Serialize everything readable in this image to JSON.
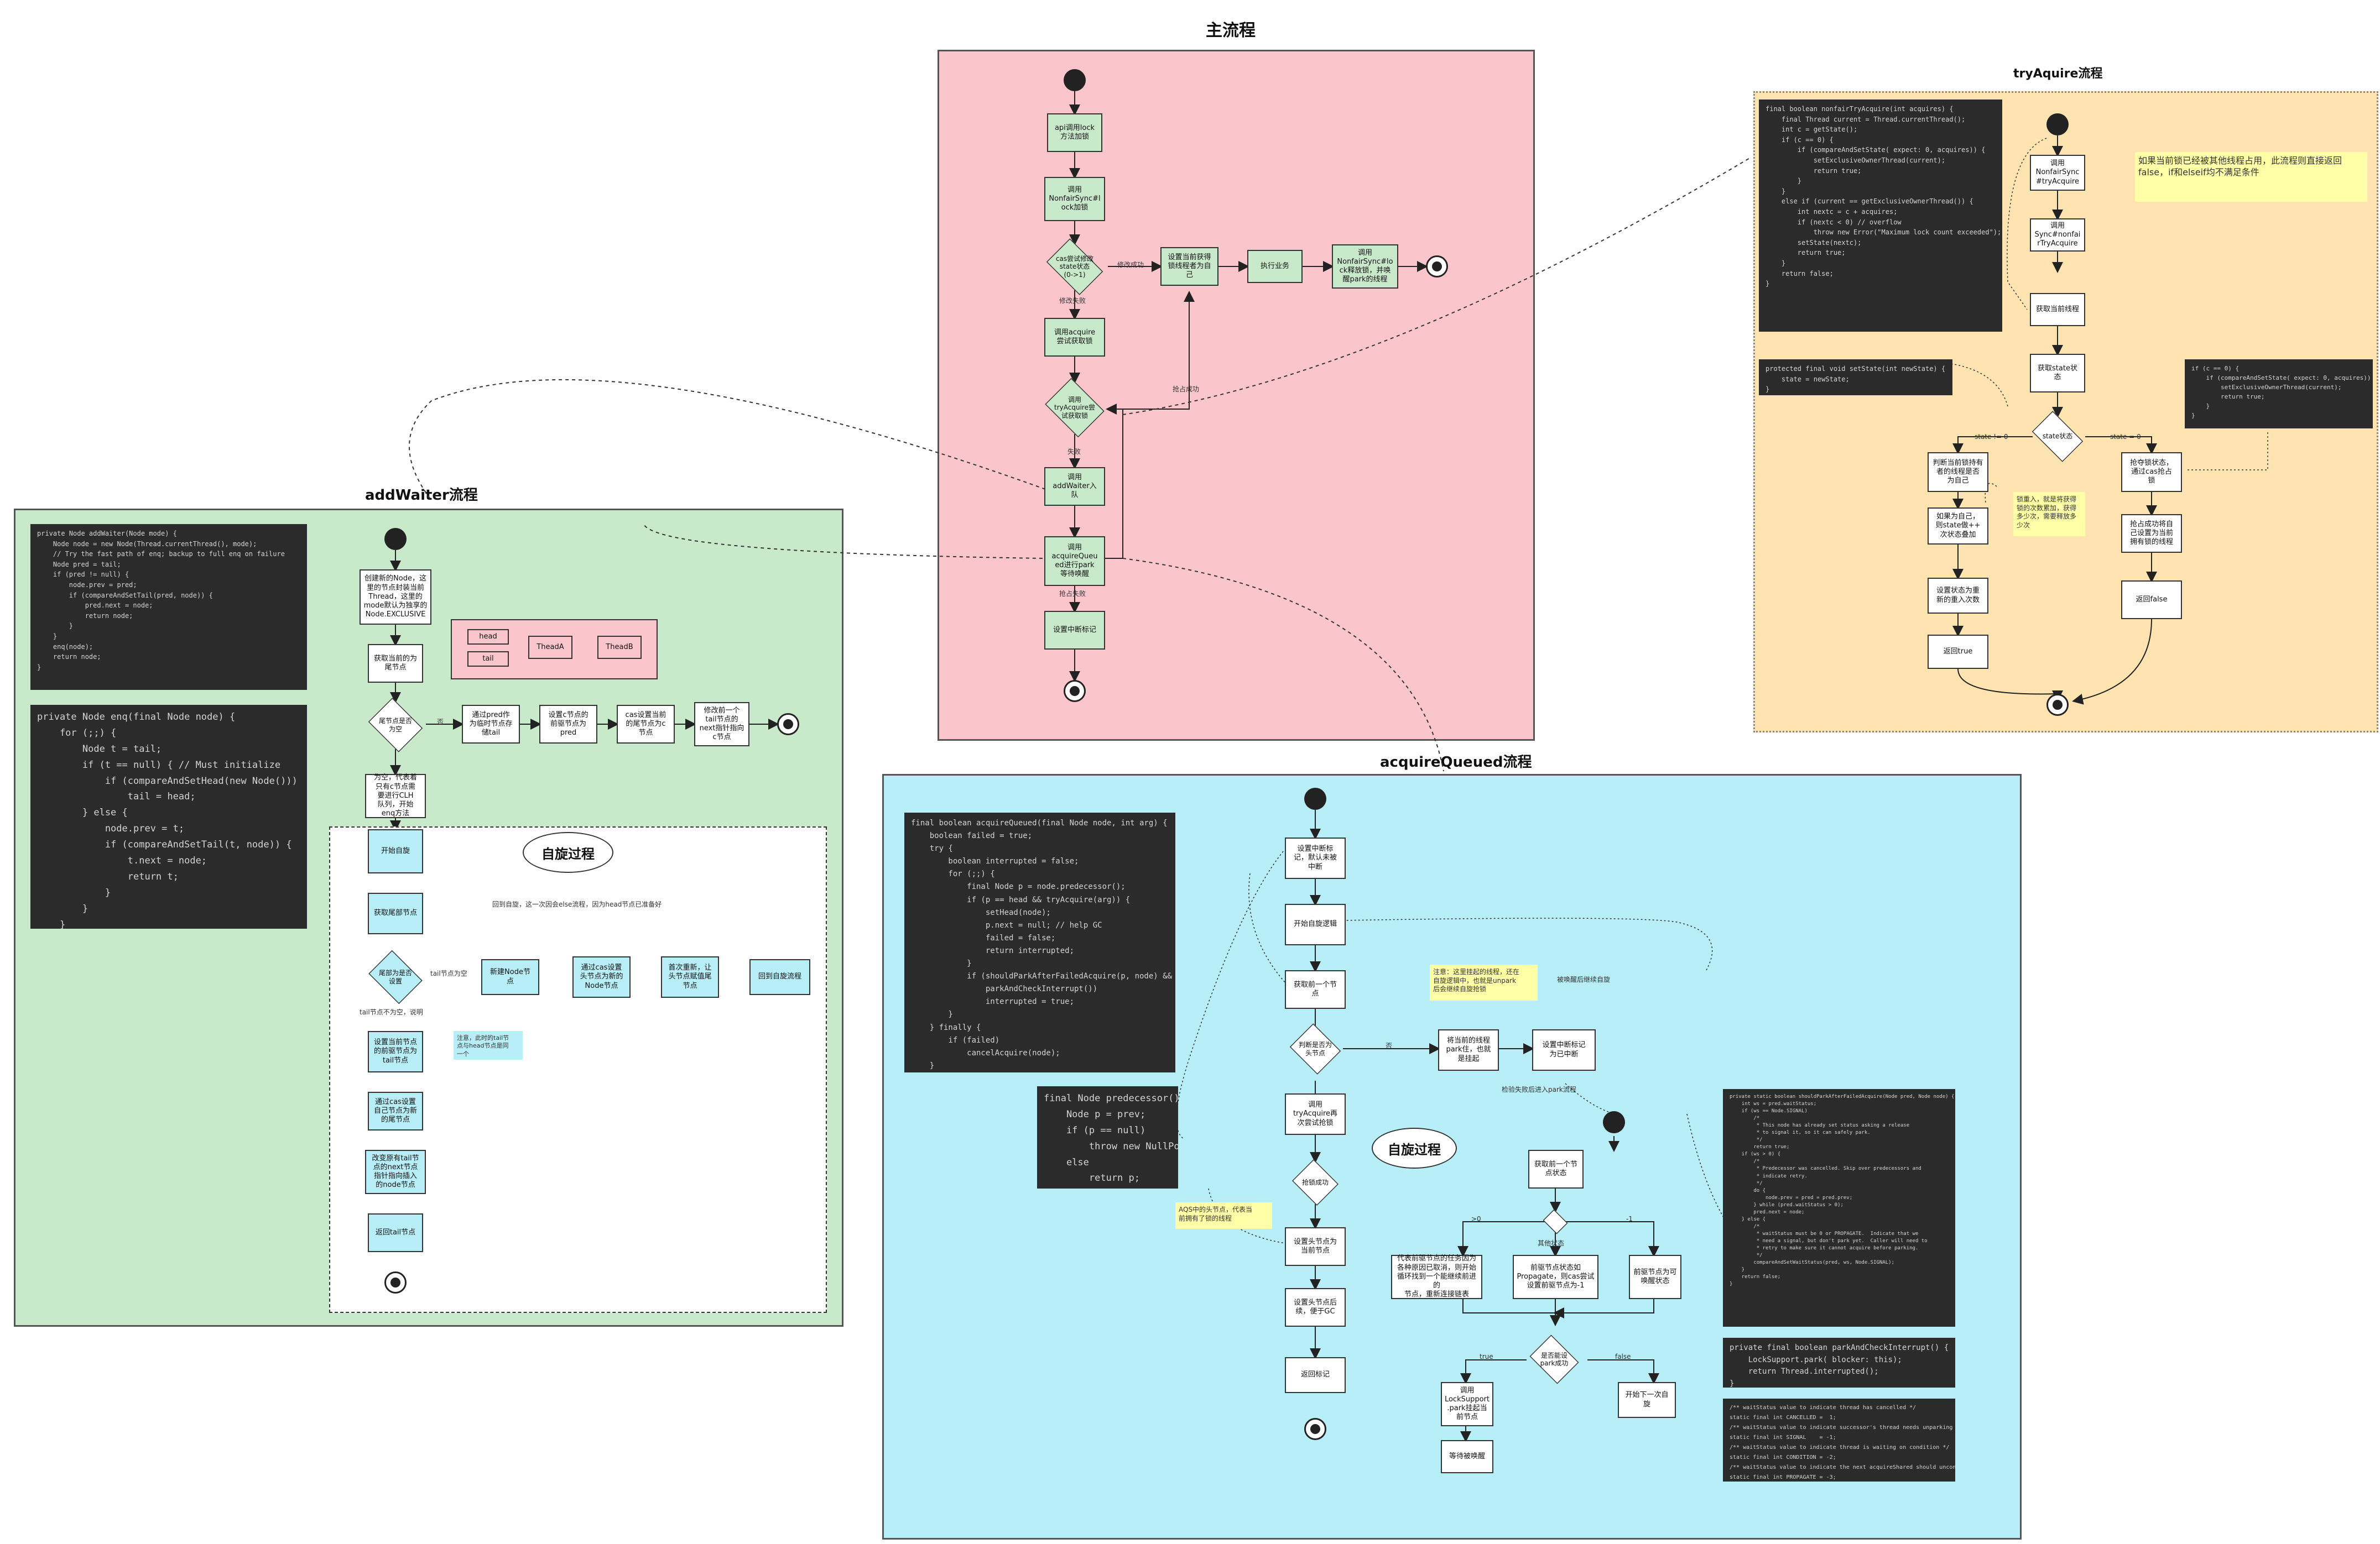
{
  "titles": {
    "main": "主流程",
    "try": "tryAquire流程",
    "add": "addWaiter流程",
    "acq": "acquireQueued流程"
  },
  "main": {
    "n1": "api调用lock\n方法加锁",
    "n2": "调用\nNonfairSync#l\nock加锁",
    "d1": "cas尝试修改\nstate状态\n(0->1)",
    "n3": "设置当前获得\n锁线程者为自\n己",
    "n4": "执行业务",
    "n5": "调用\nNonfairSync#lo\nck释放锁，并唤\n醒park的线程",
    "n6": "调用acquire\n尝试获取锁",
    "d2": "调用\ntryAcquire尝\n试获取锁",
    "n7": "调用\naddWaiter入\n队",
    "n8": "调用\nacquireQueu\ned进行park\n等待唤醒",
    "n9": "设置中断标记",
    "l_ok": "修改成功",
    "l_fail": "修改失败",
    "l_succ": "抢占成功",
    "l_fail2": "失败",
    "l_fail3": "抢占失败"
  },
  "tryAcquire": {
    "n1": "调用\nNonfairSync\n#tryAcquire",
    "n2": "调用\nSync#nonfai\nrTryAcquire",
    "n3": "获取当前线程",
    "n4": "获取state状\n态",
    "d1": "state状态",
    "n5": "判断当前锁持有\n者的线程是否\n为自己",
    "n6": "如果为自己，\n则state做++\n次状态叠加",
    "n7": "设置状态为重\n新的重入次数",
    "n8": "返回true",
    "n9": "抢夺锁状态，\n通过cas抢占\n锁",
    "n10": "抢占成功将自\n己设置为当前\n拥有锁的线程",
    "n11": "返回false",
    "note1": "如果当前锁已经被其他线程占用，此流程则直接返回\nfalse，if和elseif均不满足条件",
    "note2": "锁重入，就是将获得\n锁的次数累加，获得\n多少次，需要释放多\n少次",
    "l_ne0": "state != 0",
    "l_eq0": "state = 0",
    "code_main": "final boolean nonfairTryAcquire(int acquires) {\n    final Thread current = Thread.currentThread();\n    int c = getState();\n    if (c == 0) {\n        if (compareAndSetState( expect: 0, acquires)) {\n            setExclusiveOwnerThread(current);\n            return true;\n        }\n    }\n    else if (current == getExclusiveOwnerThread()) {\n        int nextc = c + acquires;\n        if (nextc < 0) // overflow\n            throw new Error(\"Maximum lock count exceeded\");\n        setState(nextc);\n        return true;\n    }\n    return false;\n}",
    "code_set": "protected final void setState(int newState) {\n    state = newState;\n}",
    "code_cas": "if (c == 0) {\n    if (compareAndSetState( expect: 0, acquires)) {\n        setExclusiveOwnerThread(current);\n        return true;\n    }\n}"
  },
  "addWaiter": {
    "n1": "创建新的Node，这\n里的节点封装当前\nThread，这里的\nmode默认为独享的\nNode.EXCLUSIVE",
    "n2": "获取当前的为\n尾节点",
    "d1": "尾节点是否\n为空",
    "n3": "通过pred作\n为临时节点存\n储tail",
    "n4": "设置c节点的\n前驱节点为\npred",
    "n5": "cas设置当前\n的尾节点为c\n节点",
    "n6": "修改前一个\ntail节点的\nnext指针指向\nc节点",
    "n7": "为空，代表着\n只有c节点需\n要进行CLH\n队列，开始\nenq方法",
    "s1": "开始自旋",
    "s2": "获取尾部节点",
    "sd": "尾部为是否\n设置",
    "s3": "新建Node节\n点",
    "s4": "通过cas设置\n头节点为新的\nNode节点",
    "s5": "首次重新，让\n头节点赋值尾\n节点",
    "s6": "回到自旋流程",
    "s7": "设置当前节点\n的前驱节点为\ntail节点",
    "s8": "通过cas设置\n自己节点为新\n的尾节点",
    "s9": "改变原有tail节\n点的next节点\n指针指向插入\n的node节点",
    "s10": "返回tail节点",
    "cloud": "自旋过程",
    "head": "head",
    "tail": "tail",
    "threadA": "TheadA",
    "threadB": "TheadB",
    "note": "注意，此时的tail节\n点与head节点是同\n一个",
    "l_no": "否",
    "l_tailnull": "tail节点为空",
    "l_tailnotnull": "tail节点不为空，说明",
    "l_back": "回到自旋，这一次因会else流程，因为head节点已准备好",
    "code_add": "private Node addWaiter(Node mode) {\n    Node node = new Node(Thread.currentThread(), mode);\n    // Try the fast path of enq; backup to full enq on failure\n    Node pred = tail;\n    if (pred != null) {\n        node.prev = pred;\n        if (compareAndSetTail(pred, node)) {\n            pred.next = node;\n            return node;\n        }\n    }\n    enq(node);\n    return node;\n}",
    "code_enq": "private Node enq(final Node node) {\n    for (;;) {\n        Node t = tail;\n        if (t == null) { // Must initialize\n            if (compareAndSetHead(new Node()))\n                tail = head;\n        } else {\n            node.prev = t;\n            if (compareAndSetTail(t, node)) {\n                t.next = node;\n                return t;\n            }\n        }\n    }\n}"
  },
  "acquireQueued": {
    "n1": "设置中断标\n记，默认未被\n中断",
    "n2": "开始自旋逻辑",
    "n3": "获取前一个节\n点",
    "d1": "判断是否为\n头节点",
    "n4": "调用\ntryAcquire再\n次尝试抢锁",
    "d2": "抢锁成功",
    "n5": "设置头节点为\n当前节点",
    "n6": "设置头节点后\n续，便于GC",
    "n7": "返回标记",
    "n8": "将当前的线程\npark住，也就\n是挂起",
    "n9": "设置中断标记\n为已中断",
    "cloud": "自旋过程",
    "note1": "注意：这里挂起的线程，还在\n自旋逻辑中，也就是unpark\n后会继续自旋抢锁",
    "note2": "AQS中的头节点，代表当\n前拥有了锁的线程",
    "l_no": "否",
    "l_wake": "被唤醒后继续自旋",
    "l_park": "检验失败后进入park流程",
    "m1": "获取前一个节\n点状态",
    "m2": "代表前驱节点的任务因为\n各种原因已取消，则开始\n循环找到一个能继续前进的\n节点，重新连接链表",
    "m3": "前驱节点状态如\nPropagate，则cas尝试\n设置前驱节点为-1",
    "m4": "前驱节点为可\n唤醒状态",
    "md": "是否能设\npark成功",
    "m5": "调用\nLockSupport\n.park挂起当\n前节点",
    "m6": "开始下一次自\n旋",
    "m7": "等待被唤醒",
    "l_other": "其他状态",
    "l_gt0": ">0",
    "l_m1": "-1",
    "l_true": "true",
    "l_false": "false",
    "code_aq": "final boolean acquireQueued(final Node node, int arg) {\n    boolean failed = true;\n    try {\n        boolean interrupted = false;\n        for (;;) {\n            final Node p = node.predecessor();\n            if (p == head && tryAcquire(arg)) {\n                setHead(node);\n                p.next = null; // help GC\n                failed = false;\n                return interrupted;\n            }\n            if (shouldParkAfterFailedAcquire(p, node) &&\n                parkAndCheckInterrupt())\n                interrupted = true;\n        }\n    } finally {\n        if (failed)\n            cancelAcquire(node);\n    }\n}",
    "code_pred": "final Node predecessor()\n    Node p = prev;\n    if (p == null)\n        throw new NullPo\n    else\n        return p;\n}",
    "code_should": "private static boolean shouldParkAfterFailedAcquire(Node pred, Node node) {\n    int ws = pred.waitStatus;\n    if (ws == Node.SIGNAL)\n        /*\n         * This node has already set status asking a release\n         * to signal it, so it can safely park.\n         */\n        return true;\n    if (ws > 0) {\n        /*\n         * Predecessor was cancelled. Skip over predecessors and\n         * indicate retry.\n         */\n        do {\n            node.prev = pred = pred.prev;\n        } while (pred.waitStatus > 0);\n        pred.next = node;\n    } else {\n        /*\n         * waitStatus must be 0 or PROPAGATE.  Indicate that we\n         * need a signal, but don't park yet.  Caller will need to\n         * retry to make sure it cannot acquire before parking.\n         */\n        compareAndSetWaitStatus(pred, ws, Node.SIGNAL);\n    }\n    return false;\n}",
    "code_park": "private final boolean parkAndCheckInterrupt() {\n    LockSupport.park( blocker: this);\n    return Thread.interrupted();\n}",
    "code_status": "/** waitStatus value to indicate thread has cancelled */\nstatic final int CANCELLED =  1;\n/** waitStatus value to indicate successor's thread needs unparking */\nstatic final int SIGNAL    = -1;\n/** waitStatus value to indicate thread is waiting on condition */\nstatic final int CONDITION = -2;\n/** waitStatus value to indicate the next acquireShared should unconditionally propagate */\nstatic final int PROPAGATE = -3;"
  }
}
